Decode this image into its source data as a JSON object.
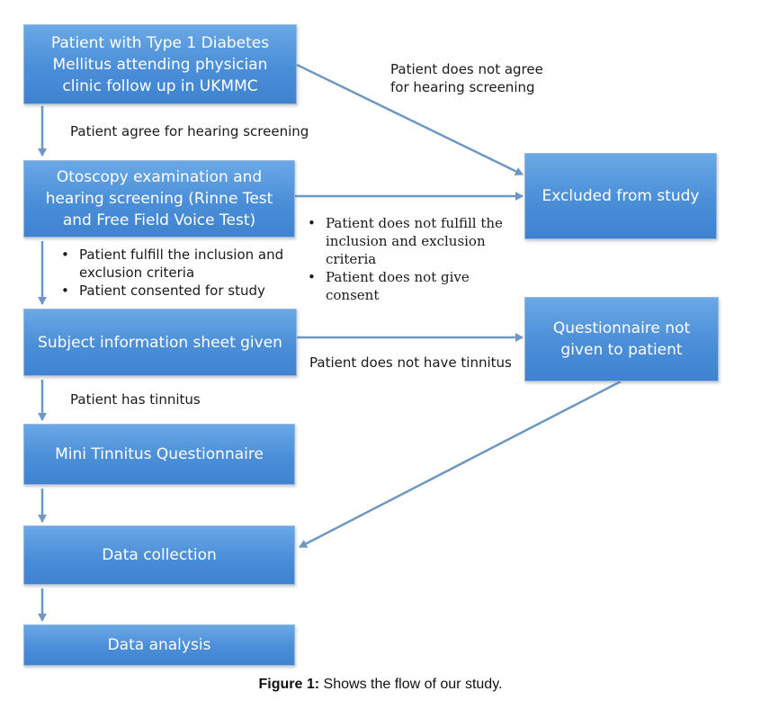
{
  "boxes": {
    "patient_attending": "Patient with Type 1 Diabetes\nMellitus attending physician\nclinic follow up in UKMMC",
    "otoscopy": "Otoscopy examination and\nhearing screening (Rinne Test\nand Free Field Voice Test)",
    "subject_info": "Subject information sheet given",
    "mini_tinnitus": "Mini Tinnitus Questionnaire",
    "data_collection": "Data collection",
    "data_analysis": "Data analysis",
    "excluded": "Excluded from study",
    "questionnaire_not_given": "Questionnaire not\ngiven to patient"
  },
  "labels": {
    "agree_screening": "Patient agree for hearing screening",
    "not_agree_screening": "Patient does not agree\nfor hearing screening",
    "has_tinnitus": "Patient has tinnitus",
    "no_tinnitus": "Patient does not have tinnitus",
    "fulfill_criteria": "Patient fulfill the inclusion and\nexclusion criteria",
    "consented": "Patient consented for study",
    "not_fulfill_criteria": "Patient does not fulfill the\ninclusion and exclusion\ncriteria",
    "no_consent": "Patient does not give\nconsent"
  },
  "caption": {
    "prefix": "Figure 1:",
    "text": " Shows the flow of our study."
  },
  "colors": {
    "box_fill": "#4b8ed8",
    "arrow": "#6f97c4"
  }
}
